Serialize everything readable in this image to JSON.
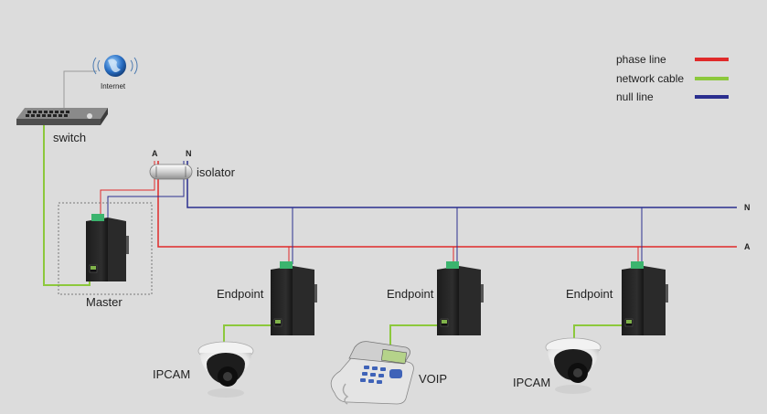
{
  "legend": [
    {
      "label": "phase line",
      "color": "#e02a2a"
    },
    {
      "label": "network cable",
      "color": "#8cc83c"
    },
    {
      "label": "null line",
      "color": "#2b2f8f"
    }
  ],
  "labels": {
    "internet": "Internet",
    "switch": "switch",
    "isolator": "isolator",
    "a_top": "A",
    "n_top": "N",
    "n_right": "N",
    "a_right": "A",
    "master": "Master",
    "endpoint1": "Endpoint",
    "endpoint2": "Endpoint",
    "endpoint3": "Endpoint",
    "ipcam1": "IPCAM",
    "voip": "VOIP",
    "ipcam2": "IPCAM"
  },
  "colors": {
    "phase": "#e02a2a",
    "network": "#8cc83c",
    "null": "#2b2f8f",
    "background": "#dcdcdc"
  },
  "icons": [
    "globe-icon",
    "switch-device-icon",
    "isolator-icon",
    "plc-device-icon",
    "dome-camera-icon",
    "voip-phone-icon"
  ]
}
